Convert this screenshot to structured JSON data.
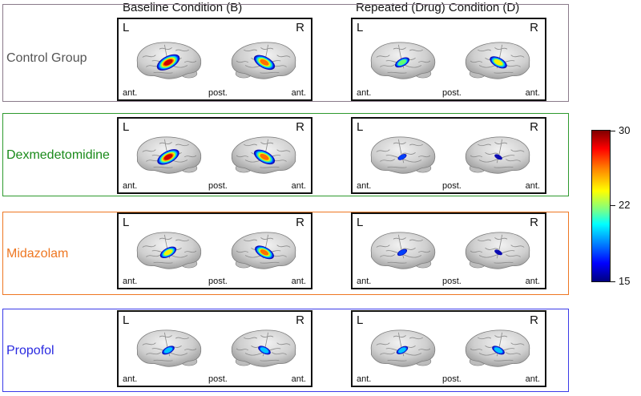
{
  "columns": [
    {
      "title": "Baseline Condition (B)"
    },
    {
      "title": "Repeated (Drug) Condition (D)"
    }
  ],
  "groups": [
    {
      "label": "Control Group",
      "color": "#555555",
      "frame": "#8a7a8a"
    },
    {
      "label": "Dexmedetomidine",
      "color": "#1a8a1a",
      "frame": "#2e9a2e"
    },
    {
      "label": "Midazolam",
      "color": "#ee7722",
      "frame": "#ee7722"
    },
    {
      "label": "Propofol",
      "color": "#2a2ae0",
      "frame": "#3a3ae8"
    }
  ],
  "panel_labels": {
    "left": "L",
    "right": "R",
    "ant": "ant.",
    "post": "post."
  },
  "colorbar": {
    "max": "30",
    "mid": "22",
    "min": "15"
  }
}
